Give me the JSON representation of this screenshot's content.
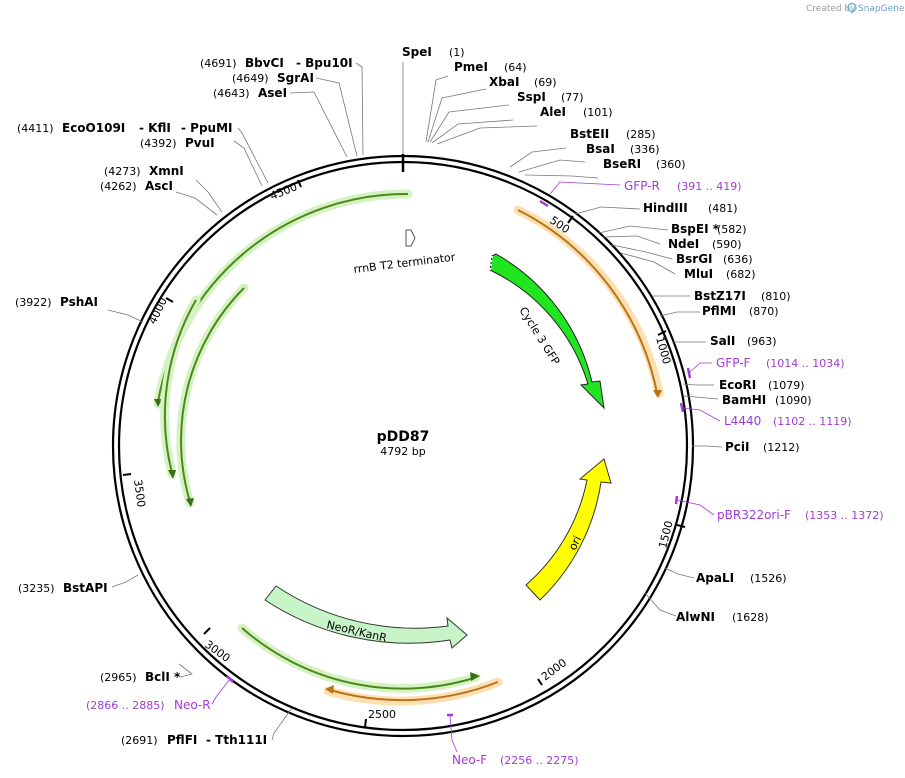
{
  "branding": {
    "created_by": "Created by",
    "brand": "SnapGene"
  },
  "plasmid": {
    "name": "pDD87",
    "length_label": "4792 bp",
    "length": 4792
  },
  "ticks": [
    "500",
    "1000",
    "1500",
    "2000",
    "2500",
    "3000",
    "3500",
    "4000",
    "4500"
  ],
  "sites": [
    {
      "name": "SpeI",
      "pos": "(1)"
    },
    {
      "name": "PmeI",
      "pos": "(64)"
    },
    {
      "name": "XbaI",
      "pos": "(69)"
    },
    {
      "name": "SspI",
      "pos": "(77)"
    },
    {
      "name": "AleI",
      "pos": "(101)"
    },
    {
      "name": "BstEII",
      "pos": "(285)"
    },
    {
      "name": "BsaI",
      "pos": "(336)"
    },
    {
      "name": "BseRI",
      "pos": "(360)"
    },
    {
      "name": "HindIII",
      "pos": "(481)"
    },
    {
      "name": "BspEI *",
      "pos": "(582)"
    },
    {
      "name": "NdeI",
      "pos": "(590)"
    },
    {
      "name": "BsrGI",
      "pos": "(636)"
    },
    {
      "name": "MluI",
      "pos": "(682)"
    },
    {
      "name": "BstZ17I",
      "pos": "(810)"
    },
    {
      "name": "PflMI",
      "pos": "(870)"
    },
    {
      "name": "SalI",
      "pos": "(963)"
    },
    {
      "name": "EcoRI",
      "pos": "(1079)"
    },
    {
      "name": "BamHI",
      "pos": "(1090)"
    },
    {
      "name": "PciI",
      "pos": "(1212)"
    },
    {
      "name": "ApaLI",
      "pos": "(1526)"
    },
    {
      "name": "AlwNI",
      "pos": "(1628)"
    },
    {
      "name": "BclI *",
      "pos": "(2965)"
    },
    {
      "name": "PflFI",
      "pos": "(2691)",
      "extra": "- Tth111I"
    },
    {
      "name": "BstAPI",
      "pos": "(3235)"
    },
    {
      "name": "PshAI",
      "pos": "(3922)"
    },
    {
      "name": "XmnI",
      "pos": "(4273)"
    },
    {
      "name": "AscI",
      "pos": "(4262)"
    },
    {
      "name": "EcoO109I",
      "pos": "(4411)",
      "extra": "- KflI",
      "extra2": "- PpuMI"
    },
    {
      "name": "PvuI",
      "pos": "(4392)"
    },
    {
      "name": "BbvCI",
      "pos": "(4691)",
      "extra": "- Bpu10I"
    },
    {
      "name": "SgrAI",
      "pos": "(4649)"
    },
    {
      "name": "AseI",
      "pos": "(4643)"
    }
  ],
  "primers": [
    {
      "name": "GFP-R",
      "range": "(391 .. 419)"
    },
    {
      "name": "GFP-F",
      "range": "(1014 .. 1034)"
    },
    {
      "name": "L4440",
      "range": "(1102 .. 1119)"
    },
    {
      "name": "pBR322ori-F",
      "range": "(1353 .. 1372)"
    },
    {
      "name": "Neo-F",
      "range": "(2256 .. 2275)"
    },
    {
      "name": "Neo-R",
      "range": "(2866 .. 2885)"
    }
  ],
  "features": [
    {
      "name": "rrnB T2 terminator",
      "color": "#ffffff"
    },
    {
      "name": "Cycle 3 GFP",
      "color": "#22e522"
    },
    {
      "name": "ori",
      "color": "#ffff00"
    },
    {
      "name": "NeoR/KanR",
      "color": "#c8f5c8"
    }
  ],
  "colors": {
    "primer": "#a23bd4",
    "orf_green": "#4a8a1c",
    "orf_orange": "#b8741a"
  }
}
